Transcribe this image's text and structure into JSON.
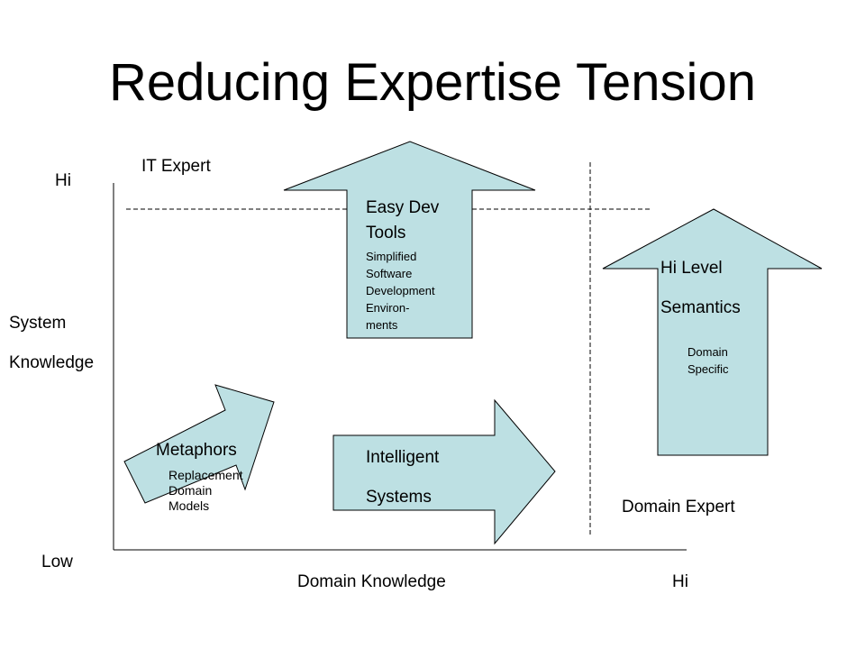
{
  "title": "Reducing Expertise Tension",
  "axes": {
    "y_hi": "Hi",
    "y_low": "Low",
    "y_label": [
      "System",
      "Knowledge"
    ],
    "x_label": "Domain Knowledge",
    "x_hi": "Hi"
  },
  "regions": {
    "it_expert": "IT Expert",
    "domain_expert": "Domain Expert"
  },
  "arrows": {
    "easy_dev": {
      "title": [
        "Easy Dev",
        "Tools"
      ],
      "desc": [
        "Simplified",
        "Software",
        "Development",
        "Environ-",
        "ments"
      ]
    },
    "hi_level": {
      "title": [
        "Hi Level",
        "Semantics"
      ],
      "desc": [
        "Domain",
        "Specific"
      ]
    },
    "metaphors": {
      "title": "Metaphors",
      "desc": [
        "Replacement",
        "Domain",
        "Models"
      ]
    },
    "intelligent": {
      "title": [
        "Intelligent",
        "Systems"
      ]
    }
  },
  "colors": {
    "arrow_fill": "#bde0e3",
    "stroke": "#000000"
  }
}
